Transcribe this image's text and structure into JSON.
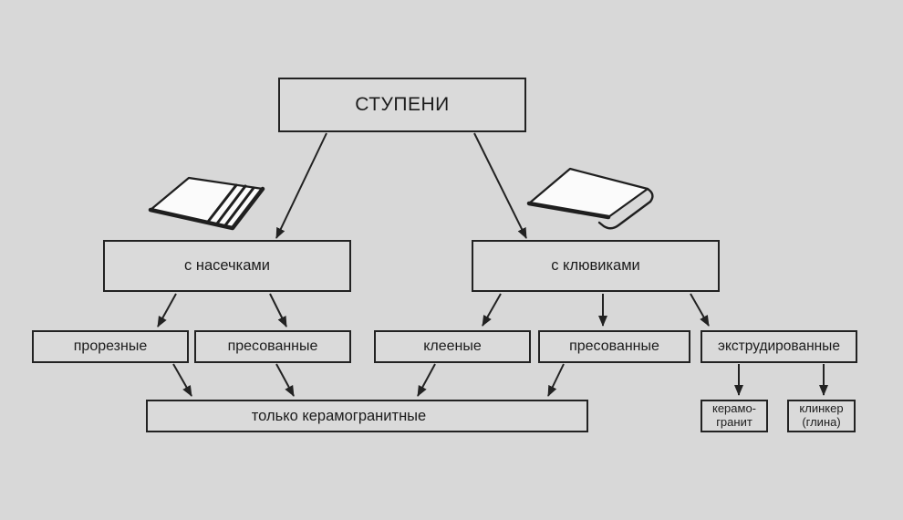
{
  "diagram": {
    "title": "СТУПЕНИ",
    "colors": {
      "background": "#d8d8d8",
      "box_fill": "#dadada",
      "line": "#222222",
      "text": "#1c1c1c",
      "tile_fill": "#fbfbfb"
    },
    "nodes": {
      "root": "СТУПЕНИ",
      "notched": "с насечками",
      "nosed": "с клювиками",
      "slotted": "прорезные",
      "pressed_left": "пресованные",
      "glued": "клееные",
      "pressed_right": "пресованные",
      "extruded": "экструдированные",
      "porcelain_only": "только керамогранитные",
      "keramogranit": {
        "line1": "керамо-",
        "line2": "гранит"
      },
      "klinker": {
        "line1": "клинкер",
        "line2": "(глина)"
      }
    },
    "icons": {
      "notched_tile": "notched-tile-icon",
      "nosed_tile": "nosed-tile-icon"
    }
  }
}
